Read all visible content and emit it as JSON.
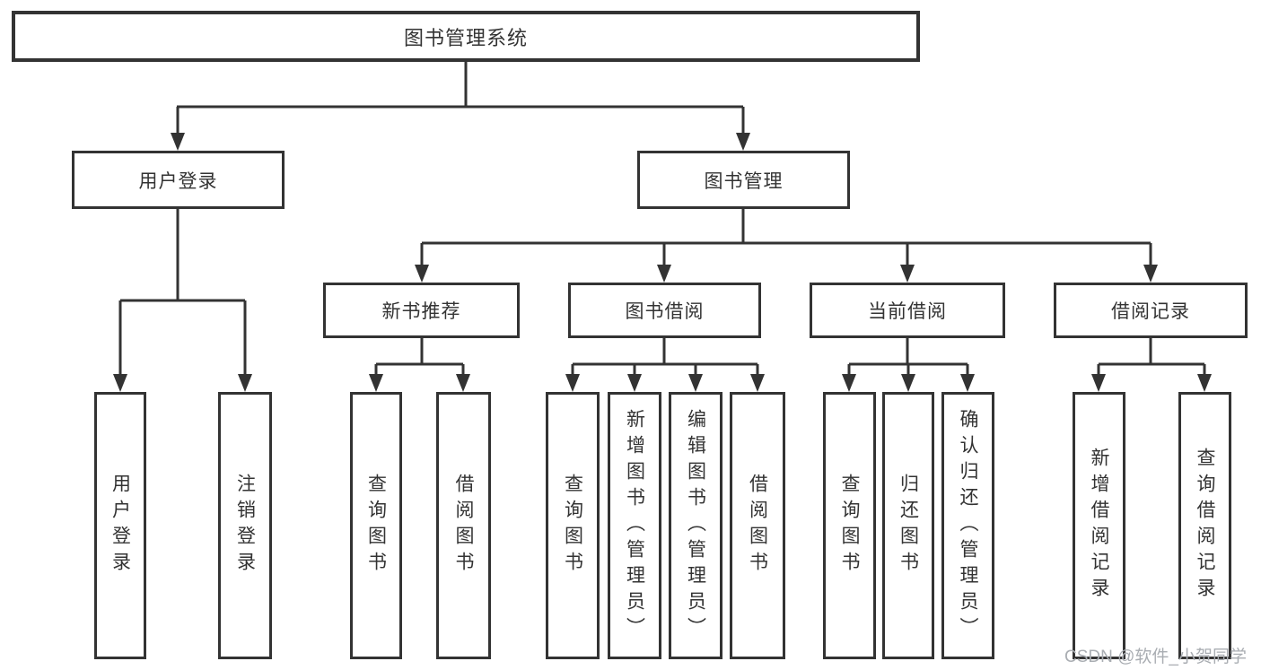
{
  "diagram": {
    "title": "图书管理系统",
    "root": {
      "label": "图书管理系统"
    },
    "level2": [
      {
        "label": "用户登录"
      },
      {
        "label": "图书管理"
      }
    ],
    "level3": [
      {
        "label": "新书推荐",
        "parent": "图书管理"
      },
      {
        "label": "图书借阅",
        "parent": "图书管理"
      },
      {
        "label": "当前借阅",
        "parent": "图书管理"
      },
      {
        "label": "借阅记录",
        "parent": "图书管理"
      }
    ],
    "leaves": [
      {
        "label": "用户登录",
        "parent": "用户登录"
      },
      {
        "label": "注销登录",
        "parent": "用户登录"
      },
      {
        "label": "查询图书",
        "parent": "新书推荐"
      },
      {
        "label": "借阅图书",
        "parent": "新书推荐"
      },
      {
        "label": "查询图书",
        "parent": "图书借阅"
      },
      {
        "label": "新增图书（管理员）",
        "parent": "图书借阅"
      },
      {
        "label": "编辑图书（管理员）",
        "parent": "图书借阅"
      },
      {
        "label": "借阅图书",
        "parent": "图书借阅"
      },
      {
        "label": "查询图书",
        "parent": "当前借阅"
      },
      {
        "label": "归还图书",
        "parent": "当前借阅"
      },
      {
        "label": "确认归还（管理员）",
        "parent": "当前借阅"
      },
      {
        "label": "新增借阅记录",
        "parent": "借阅记录"
      },
      {
        "label": "查询借阅记录",
        "parent": "借阅记录"
      }
    ]
  },
  "watermark": "CSDN @软件_小贺同学",
  "colors": {
    "line": "#333333",
    "box_border": "#333333",
    "text": "#333333",
    "watermark": "#a9adb2",
    "background": "#ffffff"
  }
}
